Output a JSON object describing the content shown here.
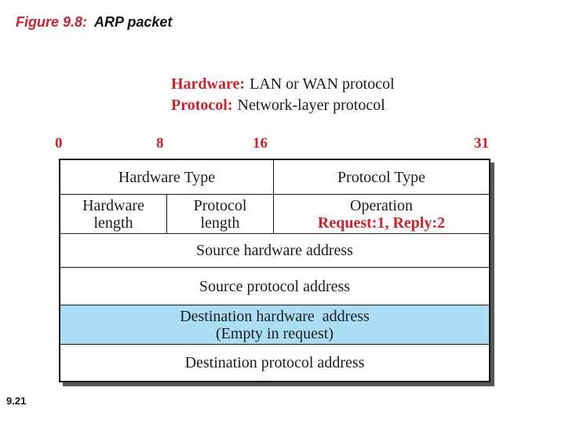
{
  "header": {
    "figure_label": "Figure 9.8:",
    "figure_caption": "ARP packet"
  },
  "legend": {
    "hardware_label": "Hardware:",
    "hardware_text": "LAN or WAN protocol",
    "protocol_label": "Protocol:",
    "protocol_text": "Network-layer protocol"
  },
  "bit_ruler": {
    "ticks": [
      "0",
      "8",
      "16",
      "31"
    ]
  },
  "packet_table": {
    "rows": [
      {
        "cells": [
          {
            "lines": [
              "Hardware Type"
            ]
          },
          {
            "lines": [
              "Protocol Type"
            ]
          }
        ]
      },
      {
        "cells": [
          {
            "lines": [
              "Hardware",
              "length"
            ]
          },
          {
            "lines": [
              "Protocol",
              "length"
            ]
          },
          {
            "lines": [
              "Operation",
              "Request:1, Reply:2"
            ]
          }
        ]
      },
      {
        "cells": [
          {
            "lines": [
              "Source hardware address"
            ]
          }
        ]
      },
      {
        "cells": [
          {
            "lines": [
              "Source protocol address"
            ]
          }
        ]
      },
      {
        "cells": [
          {
            "lines": [
              "Destination hardware  address",
              "(Empty in request)"
            ]
          }
        ],
        "highlighted": true
      },
      {
        "cells": [
          {
            "lines": [
              "Destination protocol address"
            ]
          }
        ]
      }
    ]
  },
  "footer": {
    "slide_number": "9.21"
  },
  "colors": {
    "accent_red": "#c9232b",
    "highlight_blue": "#abdef5",
    "shadow_gray": "#55565a",
    "border_black": "#1a1a1a"
  }
}
